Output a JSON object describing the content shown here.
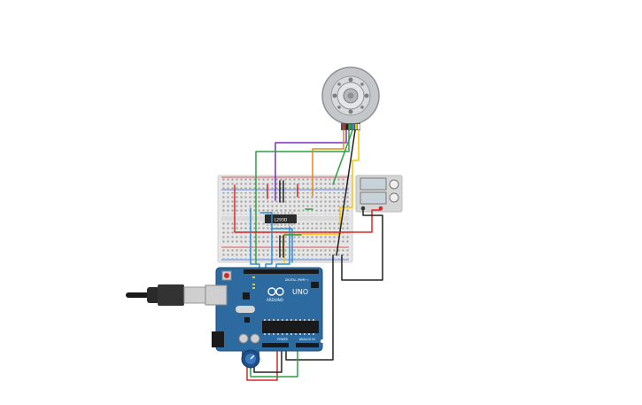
{
  "circuit": {
    "ic_label": "L293D",
    "arduino": {
      "brand": "ARDUINO",
      "model": "UNO",
      "digital_label": "DIGITAL (PWM~)",
      "power_label": "POWER",
      "analog_label": "ANALOG IN"
    }
  },
  "colors": {
    "wire_purple": "#7b2fbe",
    "wire_green": "#2ea043",
    "wire_orange": "#e08a1e",
    "wire_yellow": "#f2c500",
    "wire_red": "#d62828",
    "wire_blue": "#2a8fd6",
    "wire_black": "#222222",
    "arduino_blue": "#2c6aa0",
    "breadboard": "#e9e9e9",
    "motor_gray": "#b9bcbf"
  }
}
